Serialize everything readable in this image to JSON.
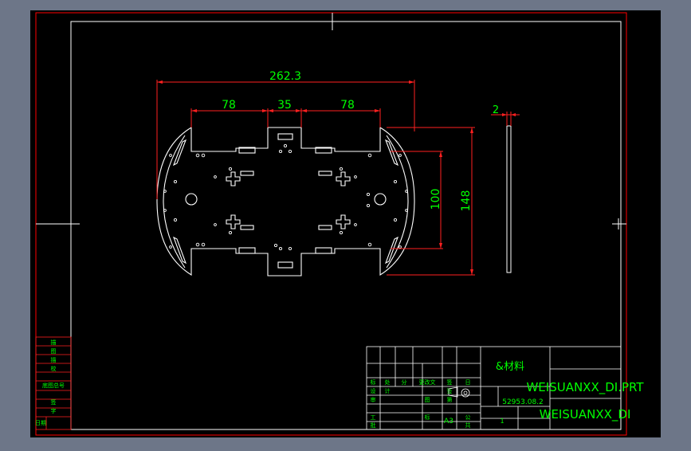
{
  "colors": {
    "background": "#6d7688",
    "canvas": "#000000",
    "outer_frame": "#ff0000",
    "inner_frame": "#ffffff",
    "part_outline": "#ffffff",
    "dimension": "#ff2020",
    "dimension_text": "#00ff00",
    "table_text": "#00ff00"
  },
  "drawing": {
    "dimensions": {
      "overall_width": "262.3",
      "left_span": "78",
      "center_span": "35",
      "right_span": "78",
      "inner_height": "100",
      "outer_height": "148",
      "thickness": "2"
    },
    "title_block": {
      "material_label": "&材料",
      "part_name": "WEISUANXX_DI.PRT",
      "part_name_short": "WEISUANXX_DI",
      "sheet_size": "A3",
      "date": "52953.08.2",
      "scale": "1"
    },
    "side_table_labels": [
      "描",
      "图",
      "描",
      "校",
      "底图总号",
      "签",
      "字",
      "日期"
    ]
  }
}
